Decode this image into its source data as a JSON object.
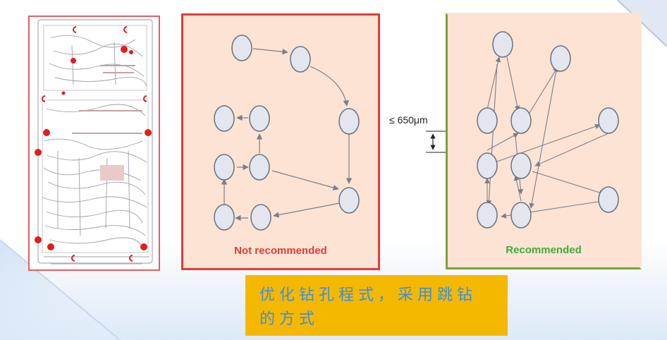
{
  "panels": {
    "not_recommended": {
      "caption": "Not recommended",
      "border_color": "#e23b3b",
      "caption_color": "#e23b3b"
    },
    "recommended": {
      "caption": "Recommended",
      "border_color": "#7ba23a",
      "caption_color": "#3faa3f"
    }
  },
  "dimension": {
    "label": "≤ 650μm"
  },
  "caption_box": {
    "text": "优化钻孔程式，采用跳钻的方式",
    "background": "#f5b800",
    "text_color": "#3a8fe0"
  },
  "colors": {
    "panel_fill": "#fde3d3",
    "node_fill": "#e3e6ee",
    "node_stroke": "#6b6f80",
    "arrow": "#7a7e8a",
    "pcb_dot": "#e11d1d"
  }
}
